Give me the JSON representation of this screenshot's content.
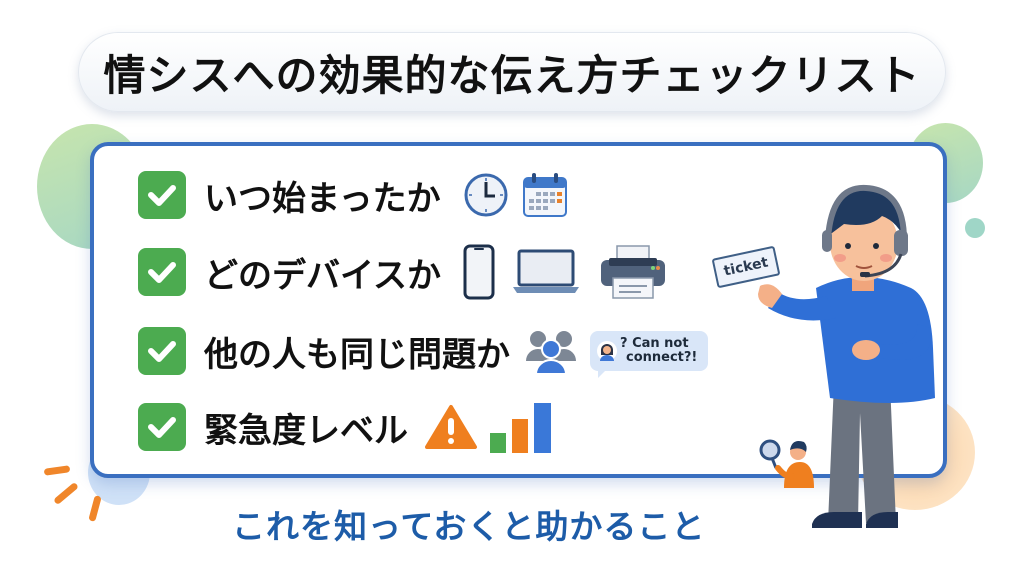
{
  "title": "情シスへの効果的な伝え方チェックリスト",
  "checklist": [
    {
      "label": "いつ始まったか",
      "icons": [
        "clock-icon",
        "calendar-icon"
      ]
    },
    {
      "label": "どのデバイスか",
      "icons": [
        "smartphone-icon",
        "laptop-icon",
        "printer-icon"
      ]
    },
    {
      "label": "他の人も同じ問題か",
      "icons": [
        "users-group-icon",
        "speech-bubble-icon"
      ]
    },
    {
      "label": "緊急度レベル",
      "icons": [
        "warning-icon",
        "signal-bars-icon"
      ]
    }
  ],
  "speech_bubble": {
    "line1": "? Can not",
    "line2": "connect?!"
  },
  "ticket_label": "ticket",
  "subtitle": "これを知っておくと助かること",
  "colors": {
    "check_green": "#4cab50",
    "card_border": "#3a6fc0",
    "subtitle_blue": "#1d5ca8",
    "accent_orange": "#f0862a",
    "shirt_blue": "#2f6fd6"
  }
}
